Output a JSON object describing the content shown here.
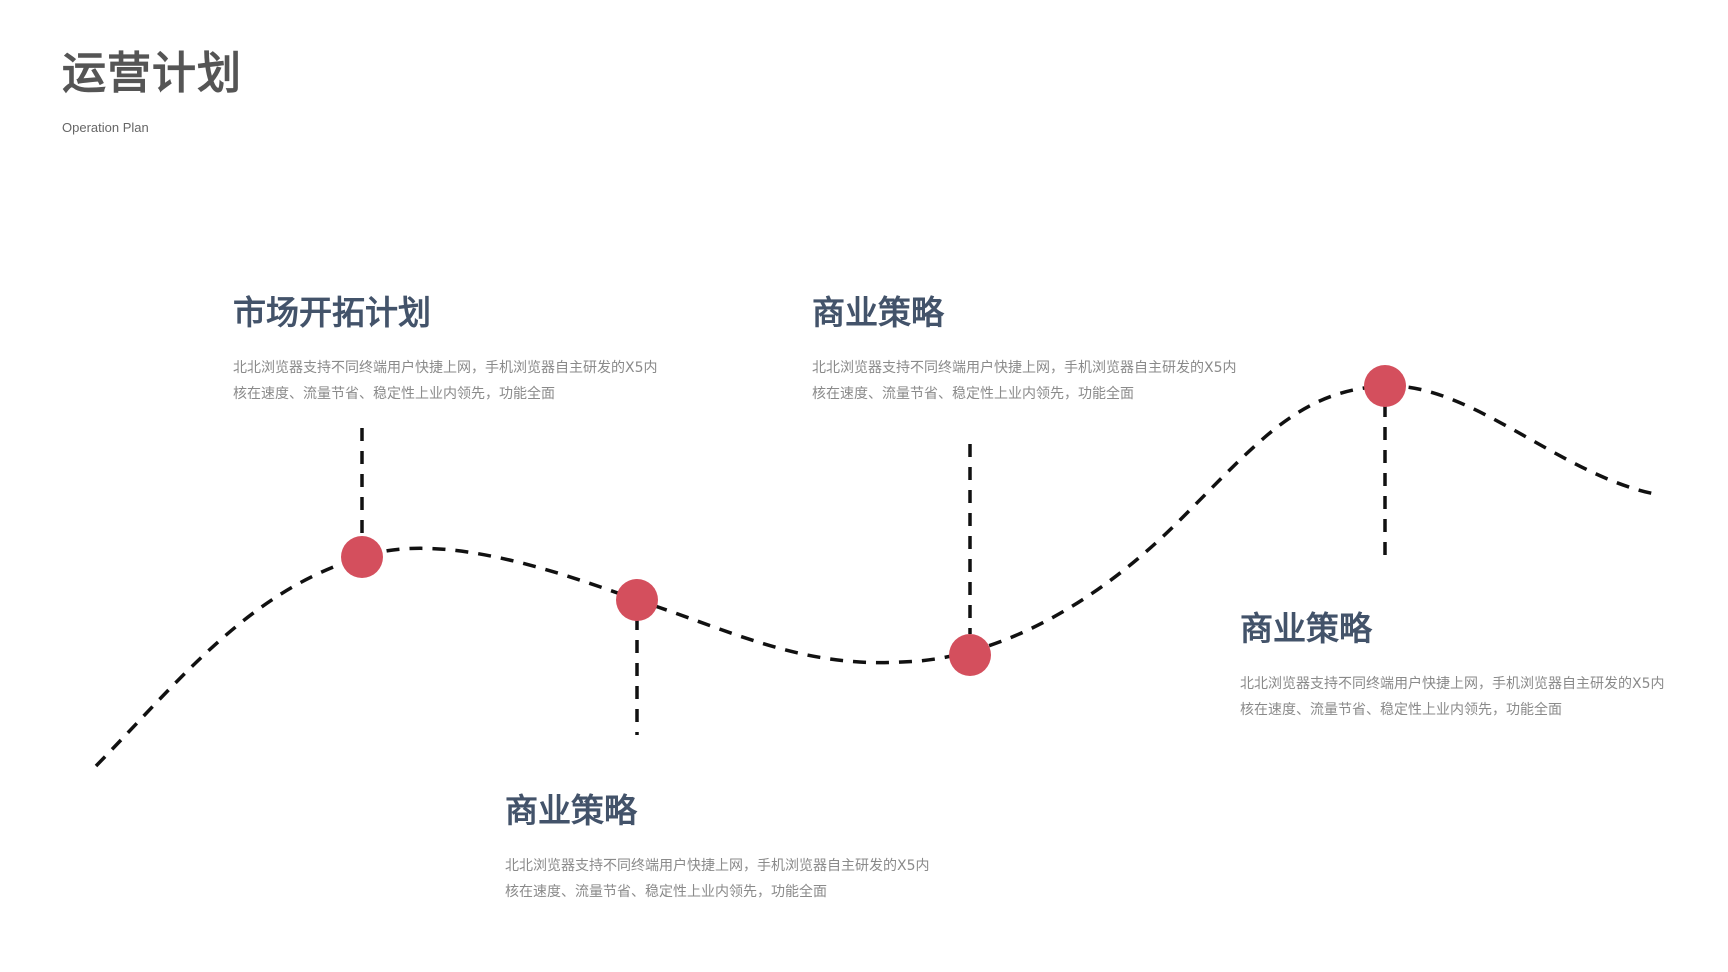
{
  "header": {
    "title": "运营计划",
    "subtitle": "Operation Plan"
  },
  "colors": {
    "marker": "#d44f5d",
    "line": "#111111",
    "block_title": "#43536a",
    "text_muted": "#8a8a8a",
    "header_title": "#555555"
  },
  "milestones": [
    {
      "title": "市场开拓计划",
      "desc_line1": "北北浏览器支持不同终端用户快捷上网，手机浏览器自主研发的X5内",
      "desc_line2": "核在速度、流量节省、稳定性上业内领先，功能全面"
    },
    {
      "title": "商业策略",
      "desc_line1": "北北浏览器支持不同终端用户快捷上网，手机浏览器自主研发的X5内",
      "desc_line2": "核在速度、流量节省、稳定性上业内领先，功能全面"
    },
    {
      "title": "商业策略",
      "desc_line1": "北北浏览器支持不同终端用户快捷上网，手机浏览器自主研发的X5内",
      "desc_line2": "核在速度、流量节省、稳定性上业内领先，功能全面"
    },
    {
      "title": "商业策略",
      "desc_line1": "北北浏览器支持不同终端用户快捷上网，手机浏览器自主研发的X5内",
      "desc_line2": "核在速度、流量节省、稳定性上业内领先，功能全面"
    }
  ]
}
